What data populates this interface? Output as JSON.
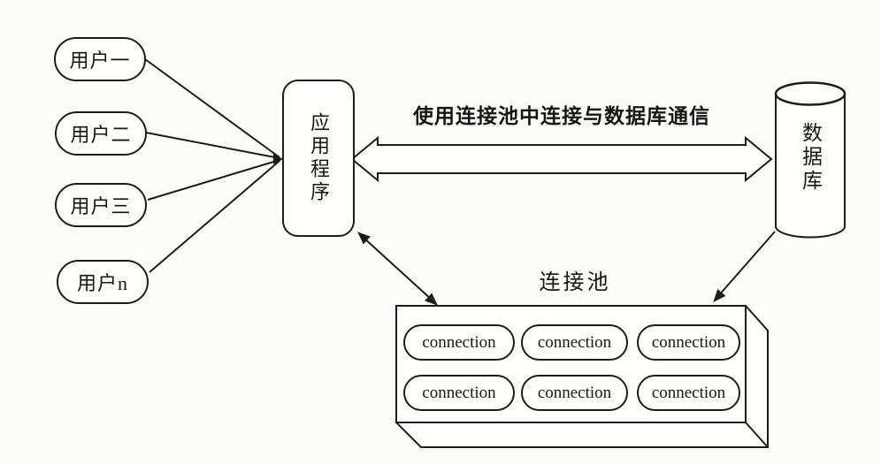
{
  "diagram": {
    "title_hint": "database connection pool architecture diagram",
    "colors": {
      "line": "#1c1c1c",
      "background": "#fcfcfa",
      "fill": "#fefefd"
    },
    "users": [
      "用户一",
      "用户二",
      "用户三",
      "用户n"
    ],
    "application_label": "应用程序",
    "database_label": "数据库",
    "main_arrow_label": "使用连接池中连接与数据库通信",
    "pool_label": "连接池",
    "connections": [
      "connection",
      "connection",
      "connection",
      "connection",
      "connection",
      "connection"
    ]
  }
}
